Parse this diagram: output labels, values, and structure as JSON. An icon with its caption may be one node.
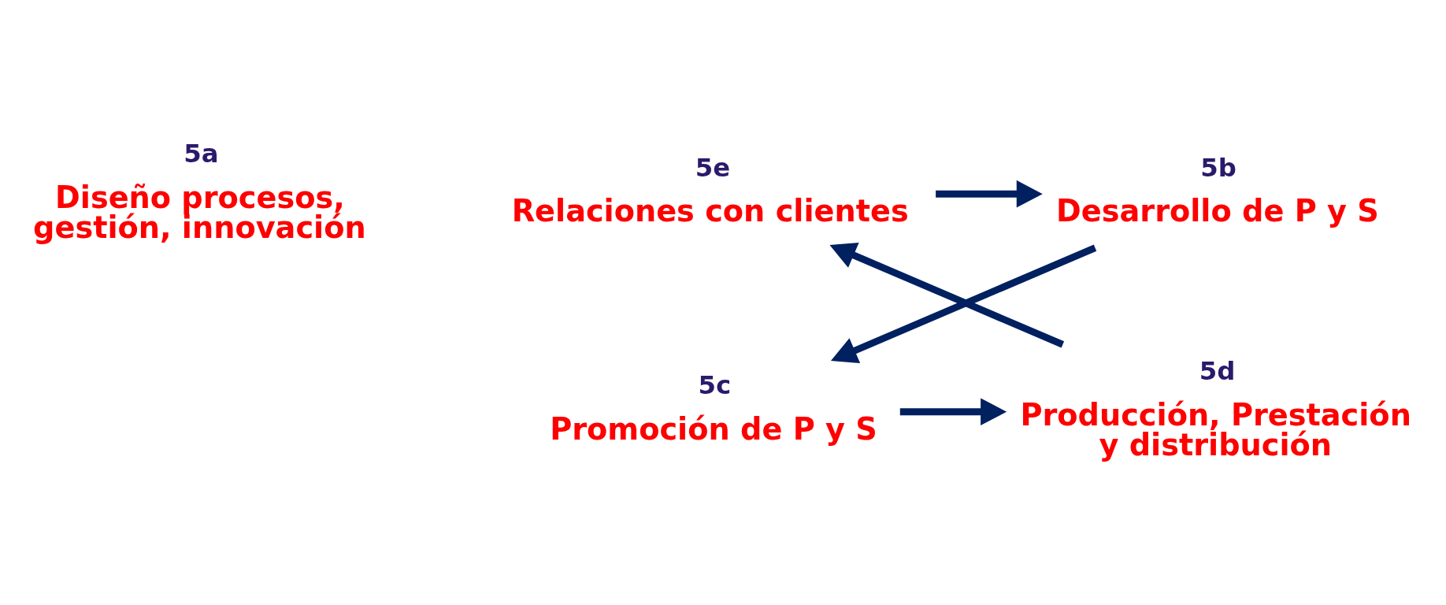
{
  "diagram": {
    "nodes": [
      {
        "text": [
          "5a",
          "Diseño procesos, gestión, innovación"
        ]
      },
      {
        "text": [
          "5b",
          "Desarrollo de P y S"
        ]
      },
      {
        "text": [
          "5c",
          "Promoción de P y S"
        ]
      },
      {
        "text": [
          "5d",
          "Producción, Prestación y distribución"
        ]
      },
      {
        "text": [
          "5e",
          "Relaciones con clientes"
        ]
      }
    ],
    "edges": [
      {
        "from": 4,
        "to": 1,
        "arrow": "to"
      },
      {
        "from": 1,
        "to": 2,
        "arrow": "to"
      },
      {
        "from": 2,
        "to": 3,
        "arrow": "to"
      },
      {
        "from": 3,
        "to": 4,
        "arrow": "to"
      }
    ]
  }
}
